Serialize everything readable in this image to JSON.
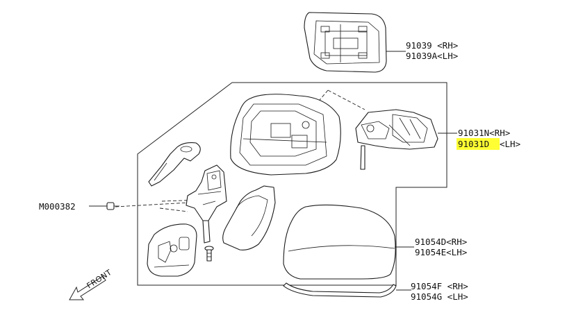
{
  "callouts": {
    "glass_rh": "91039 <RH>",
    "glass_lh": "91039A<LH>",
    "mirror_rh": "91031N<RH>",
    "mirror_lh_code": "91031D",
    "mirror_lh_suffix": "<LH>",
    "cover_rh": "91054D<RH>",
    "cover_lh": "91054E<LH>",
    "garnish_rh": "91054F <RH>",
    "garnish_lh": "91054G <LH>",
    "screw": "M000382"
  },
  "front_label": "FRONT",
  "colors": {
    "highlight": "#ffff33",
    "line": "#222222"
  },
  "icons": {
    "front_arrow": "arrow-down-left-icon"
  }
}
